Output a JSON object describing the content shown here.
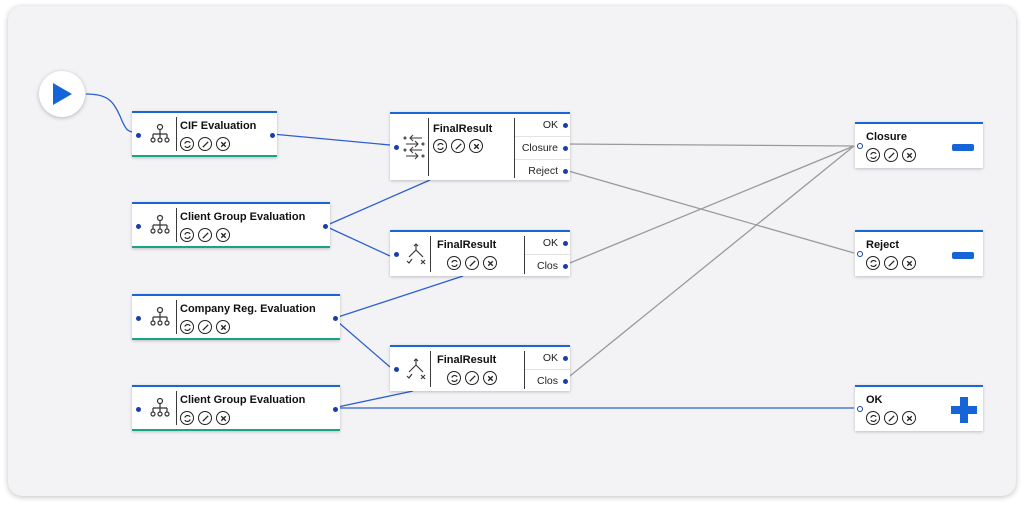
{
  "source_nodes": [
    {
      "title": "CIF Evaluation"
    },
    {
      "title": "Client Group Evaluation"
    },
    {
      "title": "Company Reg. Evaluation"
    },
    {
      "title": "Client Group Evaluation"
    }
  ],
  "final_nodes": [
    {
      "title": "FinalResult",
      "outputs": [
        "OK",
        "Closure",
        "Reject"
      ]
    },
    {
      "title": "FinalResult",
      "outputs": [
        "OK",
        "Clos"
      ]
    },
    {
      "title": "FinalResult",
      "outputs": [
        "OK",
        "Clos"
      ]
    }
  ],
  "end_nodes": [
    {
      "title": "Closure",
      "badge": "minus"
    },
    {
      "title": "Reject",
      "badge": "minus"
    },
    {
      "title": "OK",
      "badge": "plus"
    }
  ],
  "colors": {
    "accent_top": "#1a66d4",
    "accent_bottom": "#1aa387",
    "wire_blue": "#2d5fd0",
    "wire_gray": "#9a9a9a",
    "badge_blue": "#1565d8"
  }
}
